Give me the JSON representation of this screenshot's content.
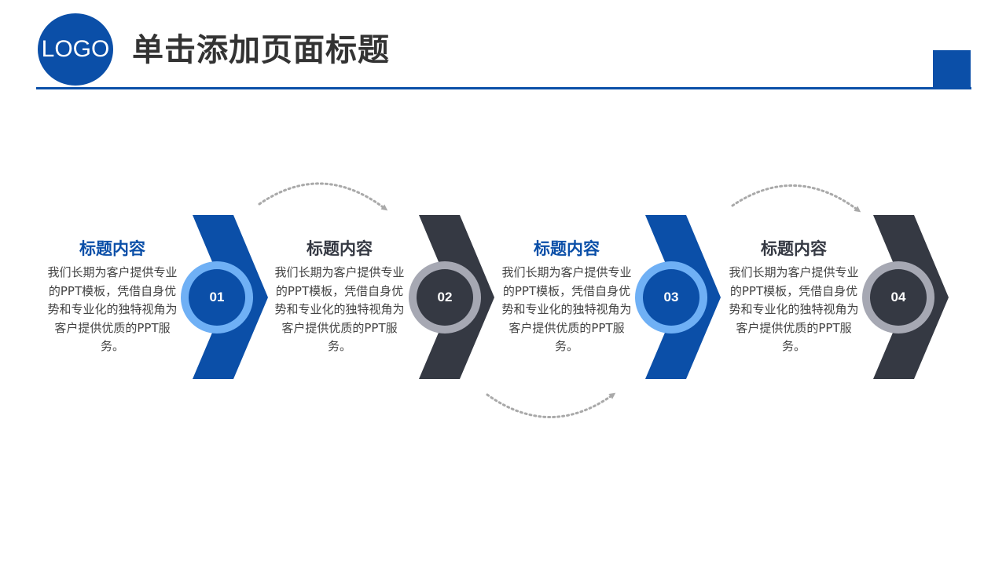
{
  "header": {
    "logo_text": "LOGO",
    "title": "单击添加页面标题"
  },
  "colors": {
    "primary_blue": "#0b4fa8",
    "light_blue": "#6fb0f5",
    "dark": "#353943",
    "grey_ring": "#a6a8b3",
    "dots": "#a9a9a9"
  },
  "steps": [
    {
      "number": "01",
      "title": "标题内容",
      "body": "我们长期为客户提供专业的PPT模板，凭借自身优势和专业化的独特视角为客户提供优质的PPT服务。",
      "theme": "blue"
    },
    {
      "number": "02",
      "title": "标题内容",
      "body": "我们长期为客户提供专业的PPT模板，凭借自身优势和专业化的独特视角为客户提供优质的PPT服务。",
      "theme": "dark"
    },
    {
      "number": "03",
      "title": "标题内容",
      "body": "我们长期为客户提供专业的PPT模板，凭借自身优势和专业化的独特视角为客户提供优质的PPT服务。",
      "theme": "blue"
    },
    {
      "number": "04",
      "title": "标题内容",
      "body": "我们长期为客户提供专业的PPT模板，凭借自身优势和专业化的独特视角为客户提供优质的PPT服务。",
      "theme": "dark"
    }
  ]
}
